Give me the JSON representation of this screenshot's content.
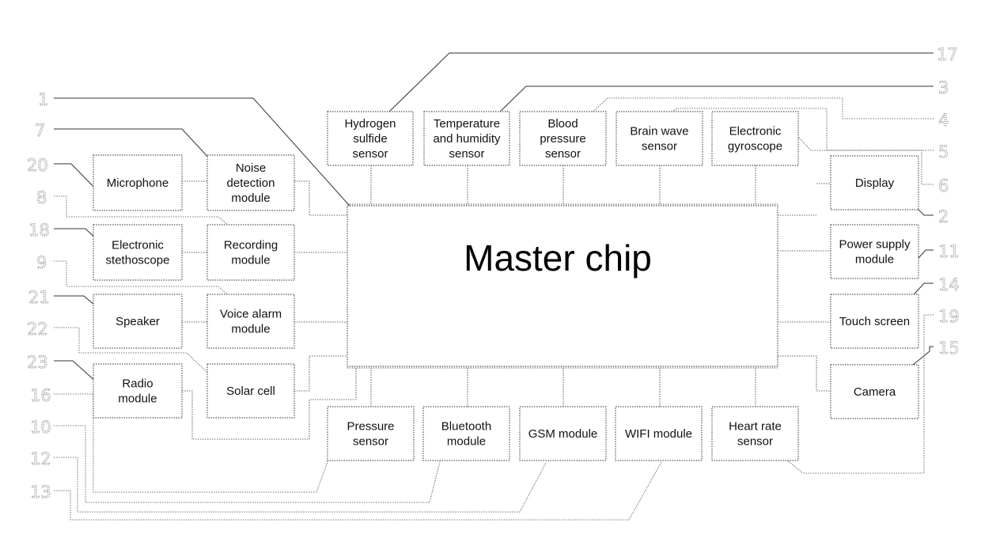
{
  "diagram": {
    "master_chip": {
      "label": "Master chip"
    },
    "modules": {
      "microphone": {
        "lines": [
          "Microphone"
        ],
        "ref": "20"
      },
      "noise_detection": {
        "lines": [
          "Noise",
          "detection",
          "module"
        ],
        "ref": "7"
      },
      "stethoscope": {
        "lines": [
          "Electronic",
          "stethoscope"
        ],
        "ref": "18"
      },
      "recording": {
        "lines": [
          "Recording",
          "module"
        ],
        "ref": "8"
      },
      "speaker": {
        "lines": [
          "Speaker"
        ],
        "ref": "21"
      },
      "voice_alarm": {
        "lines": [
          "Voice alarm",
          "module"
        ],
        "ref": "9"
      },
      "radio": {
        "lines": [
          "Radio",
          "module"
        ],
        "ref": "23"
      },
      "solar_cell": {
        "lines": [
          "Solar cell"
        ],
        "ref": "22"
      },
      "hydrogen_sulfide": {
        "lines": [
          "Hydrogen",
          "sulfide",
          "sensor"
        ],
        "ref": "17"
      },
      "temp_humidity": {
        "lines": [
          "Temperature",
          "and humidity",
          "sensor"
        ],
        "ref": "3"
      },
      "blood_pressure": {
        "lines": [
          "Blood",
          "pressure",
          "sensor"
        ],
        "ref": "4"
      },
      "brain_wave": {
        "lines": [
          "Brain wave",
          "sensor"
        ],
        "ref": "5"
      },
      "gyroscope": {
        "lines": [
          "Electronic",
          "gyroscope"
        ],
        "ref": "6"
      },
      "display": {
        "lines": [
          "Display"
        ],
        "ref": "2"
      },
      "power_supply": {
        "lines": [
          "Power supply",
          "module"
        ],
        "ref": "11"
      },
      "touch_screen": {
        "lines": [
          "Touch screen"
        ],
        "ref": "14"
      },
      "camera": {
        "lines": [
          "Camera"
        ],
        "ref": "15"
      },
      "pressure_sensor": {
        "lines": [
          "Pressure",
          "sensor"
        ],
        "ref": "16"
      },
      "bluetooth": {
        "lines": [
          "Bluetooth",
          "module"
        ],
        "ref": "10"
      },
      "gsm": {
        "lines": [
          "GSM module"
        ],
        "ref": "12"
      },
      "wifi": {
        "lines": [
          "WIFI module"
        ],
        "ref": "13"
      },
      "heart_rate": {
        "lines": [
          "Heart rate",
          "sensor"
        ],
        "ref": "19"
      }
    },
    "chip_ref": "1"
  }
}
